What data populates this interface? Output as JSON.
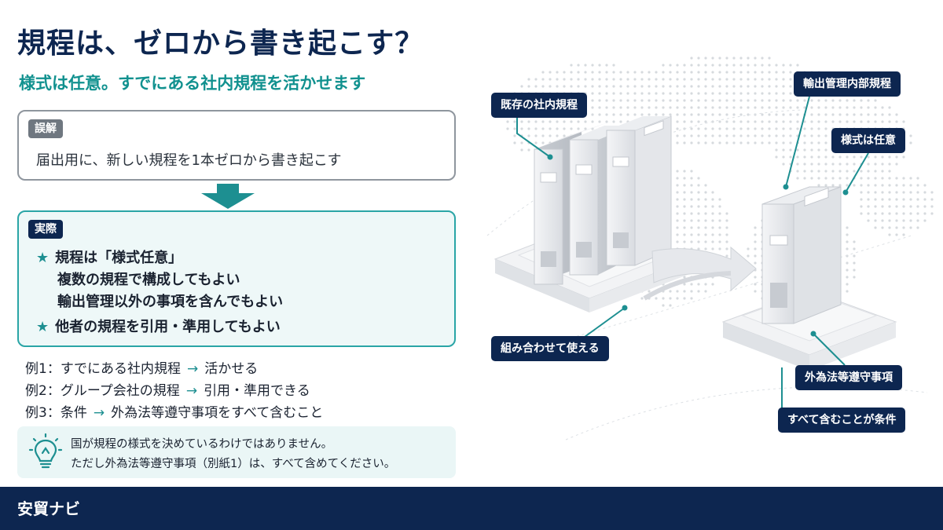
{
  "title": "規程は、ゼロから書き起こす？",
  "subtitle": "様式は任意。すでにある社内規程を活かせます",
  "misconception": {
    "tag": "誤解",
    "text": "届出用に、新しい規程を1本ゼロから書き起こす"
  },
  "reality": {
    "tag": "実際",
    "star_symbol": "★",
    "lines": [
      "規程は「様式任意」",
      "複数の規程で構成してもよい",
      "輸出管理以外の事項を含んでもよい",
      "他者の規程を引用・準用してもよい"
    ]
  },
  "examples": [
    {
      "label": "例1：",
      "left": "すでにある社内規程",
      "arrow": "→",
      "right": "活かせる"
    },
    {
      "label": "例2：",
      "left": "グループ会社の規程",
      "arrow": "→",
      "right": "引用・準用できる"
    },
    {
      "label": "例3：",
      "left": "条件",
      "arrow": "→",
      "right": "外為法等遵守事項をすべて含むこと"
    }
  ],
  "note": {
    "icon": "lightbulb-icon",
    "line1": "国が規程の様式を決めているわけではありません。",
    "line2": "ただし外為法等遵守事項（別紙1）は、すべて含めてください。"
  },
  "callouts": {
    "existing_rules": "既存の社内規程",
    "combine": "組み合わせて使える",
    "internal_rules": "輸出管理内部規程",
    "free_format": "様式は任意",
    "compliance": "外為法等遵守事項",
    "all_required": "すべて含むことが条件"
  },
  "footer": {
    "brand": "安貿ナビ"
  },
  "colors": {
    "navy": "#0d2650",
    "teal": "#11918f",
    "teal_border": "#2aa5a6",
    "gray_tag": "#6f7780",
    "note_bg": "#eaf6f6"
  }
}
